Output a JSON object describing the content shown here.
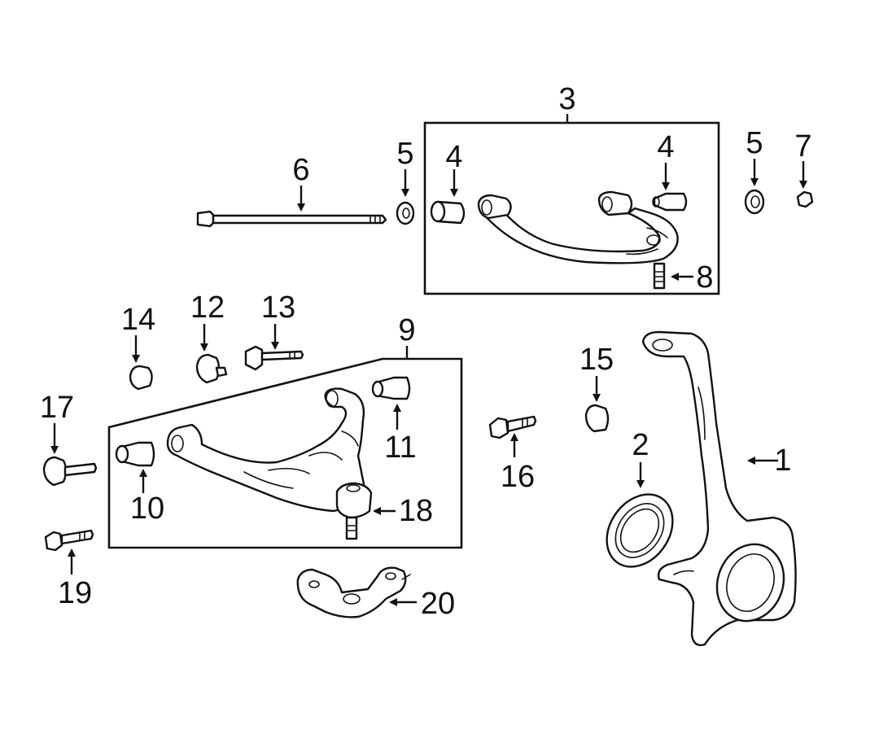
{
  "labels": {
    "l1": "1",
    "l2": "2",
    "l3": "3",
    "l4a": "4",
    "l4b": "4",
    "l5a": "5",
    "l5b": "5",
    "l6": "6",
    "l7": "7",
    "l8": "8",
    "l9": "9",
    "l10": "10",
    "l11": "11",
    "l12": "12",
    "l13": "13",
    "l14": "14",
    "l15": "15",
    "l16": "16",
    "l17": "17",
    "l18": "18",
    "l19": "19",
    "l20": "20"
  }
}
